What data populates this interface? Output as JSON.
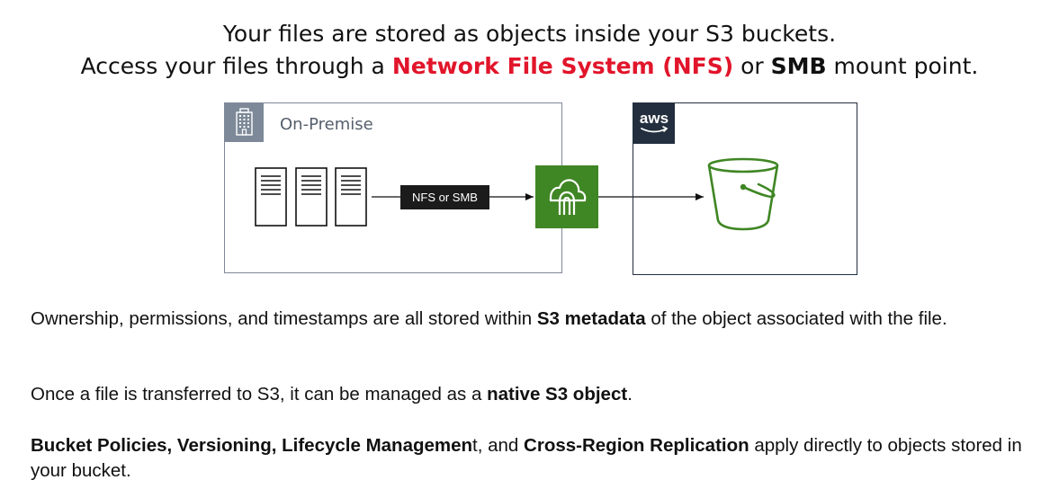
{
  "header": {
    "line1": "Your files are stored as objects inside your S3 buckets.",
    "line2_prefix": "Access your files through a ",
    "line2_nfs": "Network File System (NFS)",
    "line2_mid": " or ",
    "line2_smb": "SMB",
    "line2_suffix": " mount point."
  },
  "diagram": {
    "onprem_label": "On-Premise",
    "aws_logo_text": "aws",
    "protocol_label": "NFS or SMB",
    "icons": {
      "onprem": "building-icon",
      "servers": [
        "server-icon",
        "server-icon",
        "server-icon"
      ],
      "gateway": "storage-gateway-icon",
      "bucket": "s3-bucket-icon",
      "aws": "aws-logo"
    },
    "colors": {
      "nfs_highlight": "#e1152b",
      "onprem_border": "#7d8998",
      "gateway_green": "#3f8624",
      "bucket_green": "#3f8624",
      "aws_dark": "#232f3e",
      "protocol_bg": "#1b1b1b"
    }
  },
  "notes": {
    "p1_a": "Ownership, permissions, and timestamps are all stored within ",
    "p1_b": "S3 metadata",
    "p1_c": " of the object associated with the file.",
    "p2_a": "Once a file is transferred to S3, it can be managed as a ",
    "p2_b": "native S3 object",
    "p2_c": ".",
    "p3_a": "Bucket Policies, Versioning, Lifecycle Managemen",
    "p3_b": "t, and ",
    "p3_c": "Cross-Region Replication",
    "p3_d": " apply directly to objects stored in your bucket."
  }
}
